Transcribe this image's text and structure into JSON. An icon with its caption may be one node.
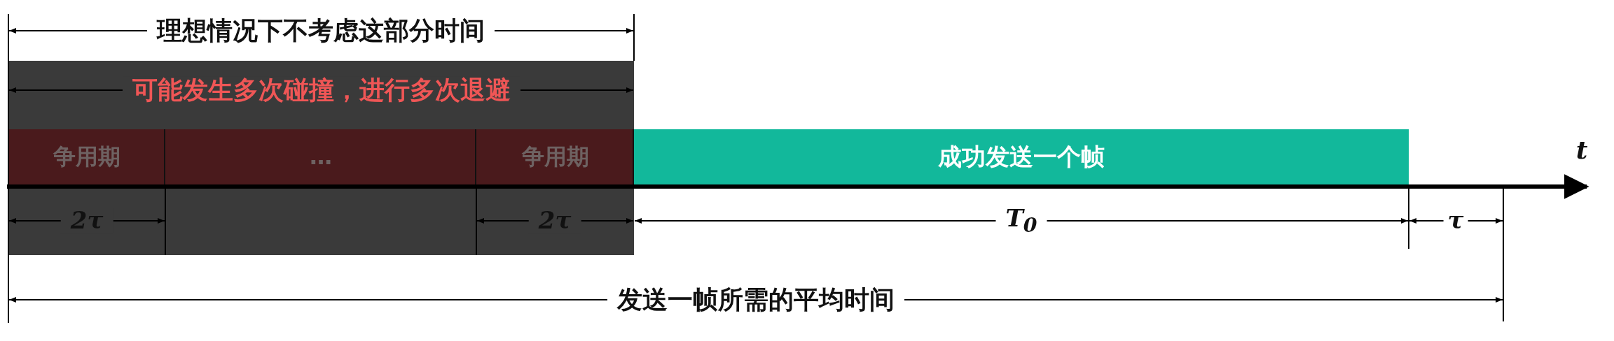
{
  "diagram": {
    "nodes": [
      {
        "text": [
          "可能发生多次碰撞，进行多次退避"
        ]
      },
      {
        "text": [
          "争用期"
        ],
        "in": 0
      },
      {
        "text": [
          "…"
        ],
        "in": 0
      },
      {
        "text": [
          "争用期"
        ],
        "in": 0
      },
      {
        "text": [
          "成功发送一个帧"
        ]
      }
    ],
    "labels": [
      "理想情况下不考虑这部分时间",
      "t",
      "2τ",
      "2τ",
      "T$_{0}$",
      "τ",
      "发送一帧所需的平均时间"
    ]
  }
}
